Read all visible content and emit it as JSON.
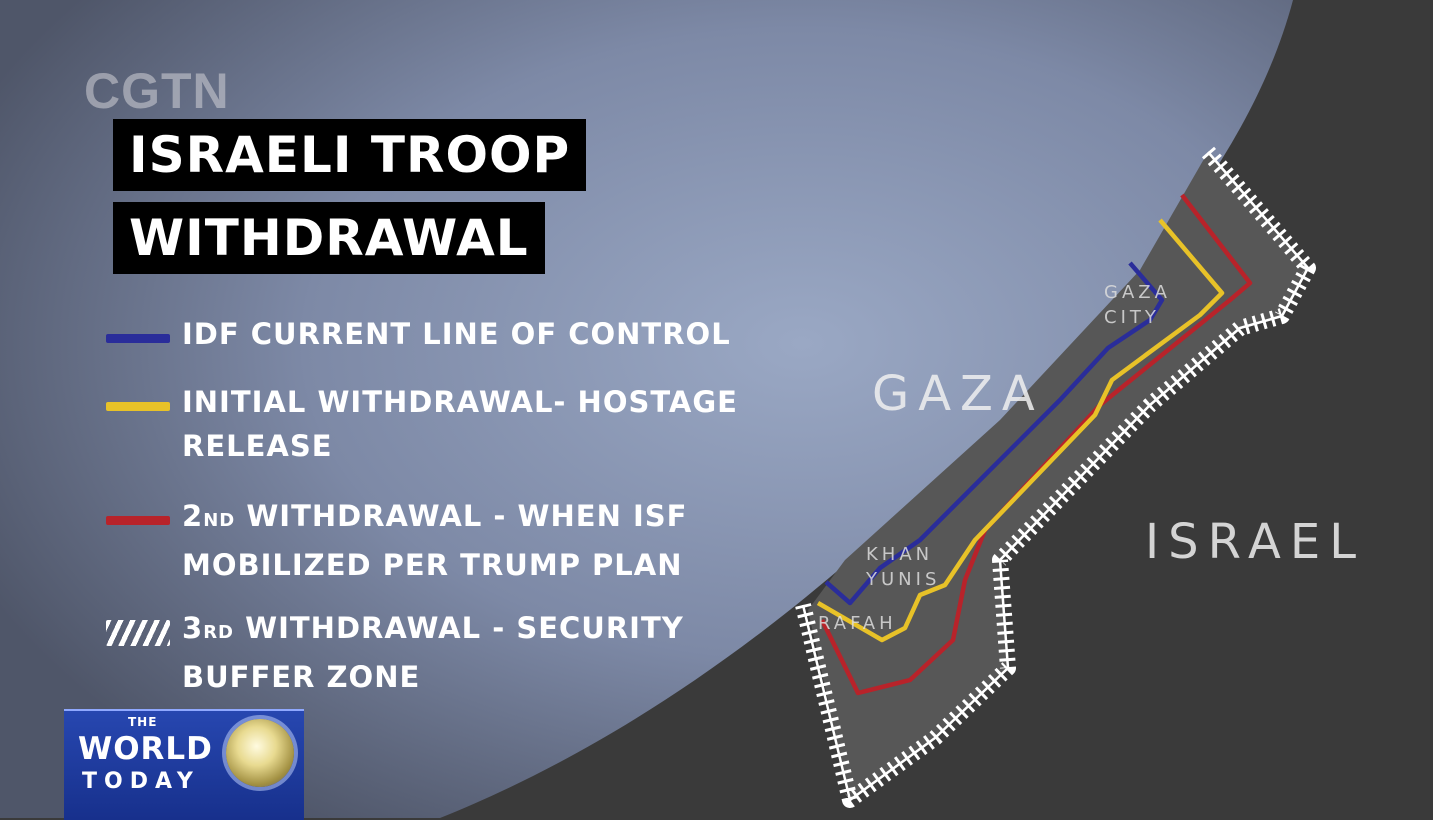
{
  "watermark": "CGTN",
  "title": {
    "line1": "ISRAELI TROOP",
    "line2": "WITHDRAWAL"
  },
  "legend": [
    {
      "text": "IDF CURRENT LINE OF CONTROL",
      "color": "#2a2d9a",
      "style": "line"
    },
    {
      "text": "INITIAL WITHDRAWAL- HOSTAGE RELEASE",
      "color": "#e8c228",
      "style": "line"
    },
    {
      "ordinal": "2",
      "suffix": "ND",
      "text": "WITHDRAWAL - WHEN ISF MOBILIZED PER TRUMP PLAN",
      "color": "#b8232a",
      "style": "line"
    },
    {
      "ordinal": "3",
      "suffix": "RD",
      "text": "WITHDRAWAL - SECURITY BUFFER ZONE",
      "color": "#ffffff",
      "style": "hatch"
    }
  ],
  "map_labels": {
    "gaza": "GAZA",
    "israel": "ISRAEL",
    "gaza_city": [
      "GAZA",
      "CITY"
    ],
    "khan_yunis": [
      "KHAN",
      "YUNIS"
    ],
    "rafah": "RAFAH"
  },
  "colors": {
    "sea": "#8a9ab8",
    "land": "#3a3a3a",
    "strip": "#575757",
    "idf_line": "#2a2d9a",
    "initial_line": "#e8c228",
    "second_line": "#b8232a",
    "buffer": "#ffffff"
  },
  "logo": {
    "the": "THE",
    "world": "WORLD",
    "today": "TODAY",
    "icon": "globe-icon"
  }
}
